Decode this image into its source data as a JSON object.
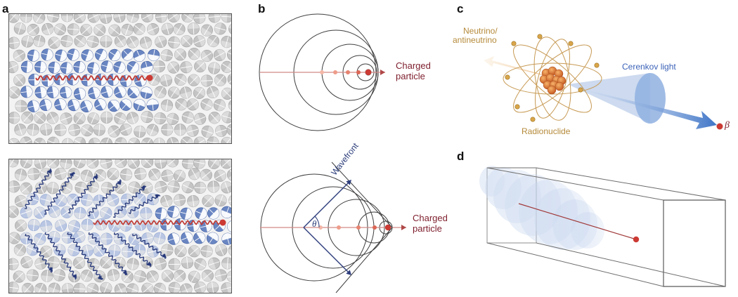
{
  "panels": {
    "a": {
      "letter": "a"
    },
    "b": {
      "letter": "b",
      "charged_particle_top": [
        "Charged",
        "particle"
      ],
      "charged_particle_bottom": [
        "Charged",
        "particle"
      ],
      "wavefront": "Wavefront",
      "theta": "θ"
    },
    "c": {
      "letter": "c",
      "neutrino": [
        "Neutrino/",
        "antineutrino"
      ],
      "cerenkov": "Cerenkov light",
      "radionuclide": "Radionuclide",
      "beta": "β"
    },
    "d": {
      "letter": "d"
    }
  },
  "colors": {
    "dipole_gray": "#c4c4c4",
    "dipole_blue": "#6a86c2",
    "particle_red": "#cc3a34",
    "path_maroon": "#8b2430",
    "wave_navy": "#26387a",
    "light_blue": "#8fb0e0",
    "orbit_tan": "#c79a54"
  },
  "icons": {
    "dipole": "dipole-molecule-icon",
    "particle": "charged-particle-icon",
    "nucleus": "nucleus-icon"
  }
}
